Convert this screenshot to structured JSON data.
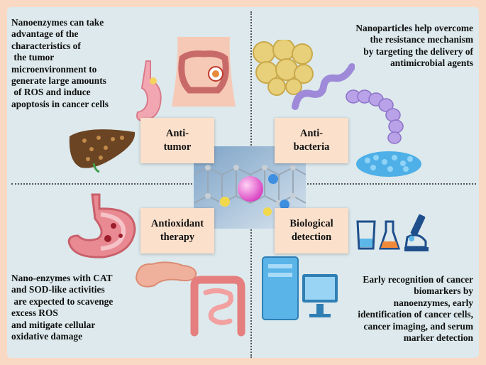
{
  "quadrants": {
    "top_left": {
      "label_lines": [
        "Anti-",
        "tumor"
      ],
      "text_lines": [
        "Nanoenzymes can take",
        "advantage of the",
        "characteristics of",
        " the tumor",
        "microenvironment to",
        "generate large amounts",
        " of ROS and induce",
        "apoptosis in cancer cells"
      ]
    },
    "top_right": {
      "label_lines": [
        "Anti-",
        "bacteria"
      ],
      "text_lines": [
        "Nanoparticles help overcome",
        "the resistance mechanism",
        "by targeting the delivery of",
        "antimicrobial agents"
      ]
    },
    "bottom_left": {
      "label_lines": [
        "Antioxidant",
        "therapy"
      ],
      "text_lines": [
        "Nano-enzymes with CAT",
        "and SOD-like activities",
        " are expected to scavenge",
        "excess ROS",
        "and mitigate cellular",
        "oxidative damage"
      ]
    },
    "bottom_right": {
      "label_lines": [
        "Biological",
        "detection"
      ],
      "text_lines": [
        "Early recognition of cancer",
        "biomarkers by",
        "nanoenzymes, early",
        "identification of cancer cells,",
        "cancer imaging, and serum",
        "marker detection"
      ]
    }
  },
  "colors": {
    "page_border": "#f9d9c4",
    "panel": "#dde9ec",
    "label_box": "#fbe0cb",
    "text": "#111111"
  },
  "icons": [
    "stomach-icon",
    "colon-icon",
    "liver-icon",
    "bacteria-cluster-icon",
    "spiral-bacteria-icon",
    "chain-bacteria-icon",
    "rod-bacteria-icon",
    "ulcerated-stomach-icon",
    "pancreas-icon",
    "intestine-icon",
    "computer-tower-icon",
    "monitor-icon",
    "beaker-icon",
    "flask-icon",
    "microscope-icon",
    "nanozyme-lattice-icon"
  ]
}
